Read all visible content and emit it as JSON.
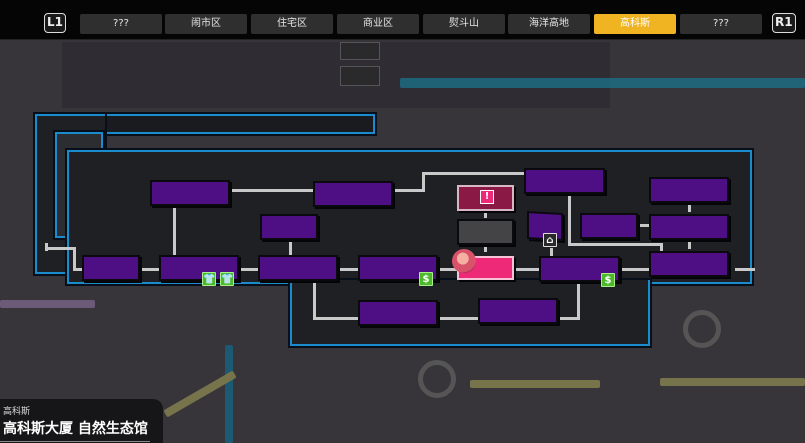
{
  "top_nav": {
    "left_bumper": "L1",
    "right_bumper": "R1",
    "tabs": [
      {
        "label": "???",
        "active": false
      },
      {
        "label": "闹市区",
        "active": false
      },
      {
        "label": "住宅区",
        "active": false
      },
      {
        "label": "商业区",
        "active": false
      },
      {
        "label": "熨斗山",
        "active": false
      },
      {
        "label": "海洋高地",
        "active": false
      },
      {
        "label": "高科斯",
        "active": true
      },
      {
        "label": "???",
        "active": false
      }
    ],
    "active_color": "#f0b423"
  },
  "map": {
    "room_color": "#4e0f85",
    "current_room_color": "#ee2a78",
    "alert_room_color": "#8a1a45",
    "frame_color": "#1b8ccb",
    "markers": {
      "alert": "!",
      "money": "$",
      "shirt": "shirt-icon",
      "home": "home-icon"
    }
  },
  "location": {
    "area": "高科斯",
    "name": "高科斯大厦 自然生态馆"
  }
}
